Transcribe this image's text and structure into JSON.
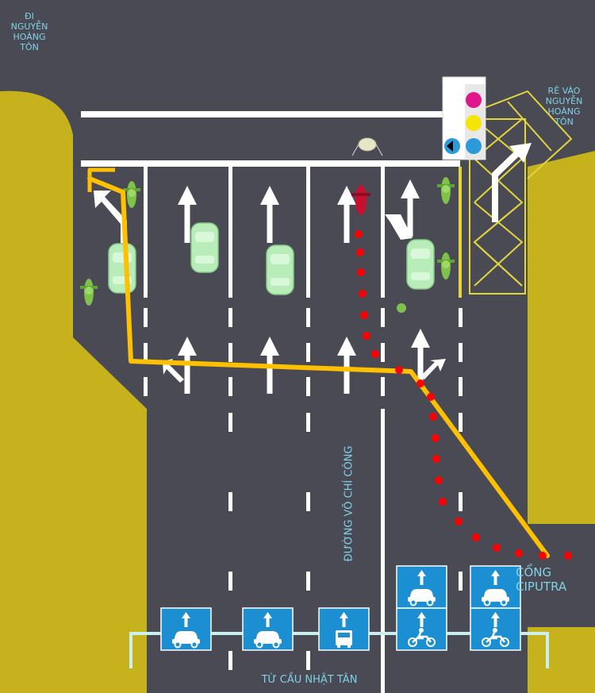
{
  "labels": {
    "top_left": [
      "ĐI",
      "NGUYỄN",
      "HOÀNG",
      "TÔN"
    ],
    "top_right": [
      "RẼ VÀO",
      "NGUYỄN",
      "HOÀNG",
      "TÔN"
    ],
    "road_name": "ĐƯỜNG VÕ CHÍ CÔNG",
    "right_gate": [
      "CỔNG",
      "CIPUTRA"
    ],
    "bottom": "TỪ CẦU NHẬT TÂN"
  },
  "signs": [
    {
      "vehicle": "car-icon"
    },
    {
      "vehicle": "car-icon"
    },
    {
      "vehicle": "bus-icon"
    },
    {
      "vehicle": "motorbike-icon"
    },
    {
      "vehicle": "motorbike-icon"
    },
    {
      "vehicle": "car-icon"
    },
    {
      "vehicle": "car-icon"
    }
  ],
  "traffic_light": {
    "lamps": [
      {
        "name": "red-lamp",
        "color": "#e0168c"
      },
      {
        "name": "yellow-lamp",
        "color": "#f5e600"
      },
      {
        "name": "left-arrow-lamp",
        "color": "#2c9ad8"
      },
      {
        "name": "green-lamp",
        "color": "#2c9ad8"
      }
    ]
  },
  "colors": {
    "asphalt": "#4a4a55",
    "ground": "#c5b21d",
    "route_yellow": "#ffc000",
    "route_red": "#ff0000",
    "sign_blue": "#1b8fd1",
    "hatch": "#e3d53c",
    "label": "#7fd3e8",
    "vehicle": "#b8ecb8"
  }
}
